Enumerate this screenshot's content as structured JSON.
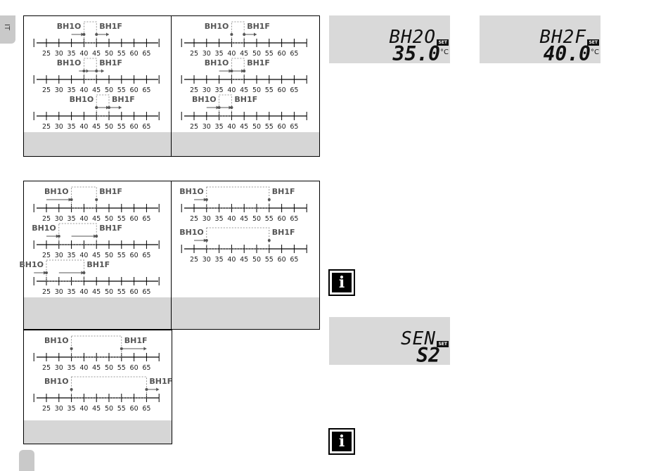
{
  "side_tab": "IT",
  "scale_labels": [
    "25",
    "30",
    "35",
    "40",
    "45",
    "50",
    "55",
    "60",
    "65"
  ],
  "label_on": "BH1O",
  "label_off": "BH1F",
  "lcd1": {
    "top": "BH2O",
    "value": "35.0",
    "set": "SET",
    "unit": "°C"
  },
  "lcd2": {
    "top": "BH2F",
    "value": "40.0",
    "set": "SET",
    "unit": "°C"
  },
  "lcd3": {
    "top": "SEN",
    "value": "S2",
    "set": "SET"
  },
  "info_icon": "i",
  "panels": [
    {
      "cells": [
        {
          "lines": [
            {
              "on": 40,
              "off": 45,
              "arrows": [
                [
                  35,
                  40
                ],
                [
                  45,
                  50
                ]
              ]
            },
            {
              "on": 40,
              "off": 45,
              "arrows": [
                [
                  38,
                  42
                ],
                [
                  42,
                  48
                ]
              ]
            },
            {
              "on": 45,
              "off": 50,
              "arrows": [
                [
                  45,
                  50
                ],
                [
                  50,
                  55
                ]
              ]
            }
          ]
        },
        {
          "lines": [
            {
              "on": 40,
              "off": 45,
              "arrows": [
                [
                  40,
                  40
                ],
                [
                  45,
                  50
                ]
              ]
            },
            {
              "on": 40,
              "off": 45,
              "arrows": [
                [
                  35,
                  40
                ],
                [
                  40,
                  45
                ]
              ]
            },
            {
              "on": 35,
              "off": 40,
              "arrows": [
                [
                  30,
                  35
                ],
                [
                  35,
                  40
                ]
              ]
            }
          ]
        }
      ]
    },
    {
      "cells": [
        {
          "lines": [
            {
              "on": 35,
              "off": 45,
              "arrows": [
                [
                  25,
                  35
                ]
              ]
            },
            {
              "on": 30,
              "off": 45,
              "arrows": [
                [
                  25,
                  30
                ],
                [
                  35,
                  45
                ]
              ]
            },
            {
              "on": 25,
              "off": 40,
              "arrows": [
                [
                  20,
                  25
                ],
                [
                  30,
                  40
                ]
              ]
            }
          ]
        },
        {
          "lines": [
            {
              "on": 30,
              "off": 55,
              "arrows": [
                [
                  25,
                  30
                ]
              ]
            },
            {
              "on": 30,
              "off": 55,
              "arrows": [
                [
                  25,
                  30
                ]
              ]
            }
          ]
        }
      ]
    },
    {
      "cells": [
        {
          "lines": [
            {
              "on": 35,
              "off": 55,
              "arrows": [
                [
                  55,
                  65
                ]
              ]
            },
            {
              "on": 35,
              "off": 65,
              "arrows": [
                [
                  65,
                  70
                ]
              ]
            }
          ]
        }
      ]
    }
  ]
}
